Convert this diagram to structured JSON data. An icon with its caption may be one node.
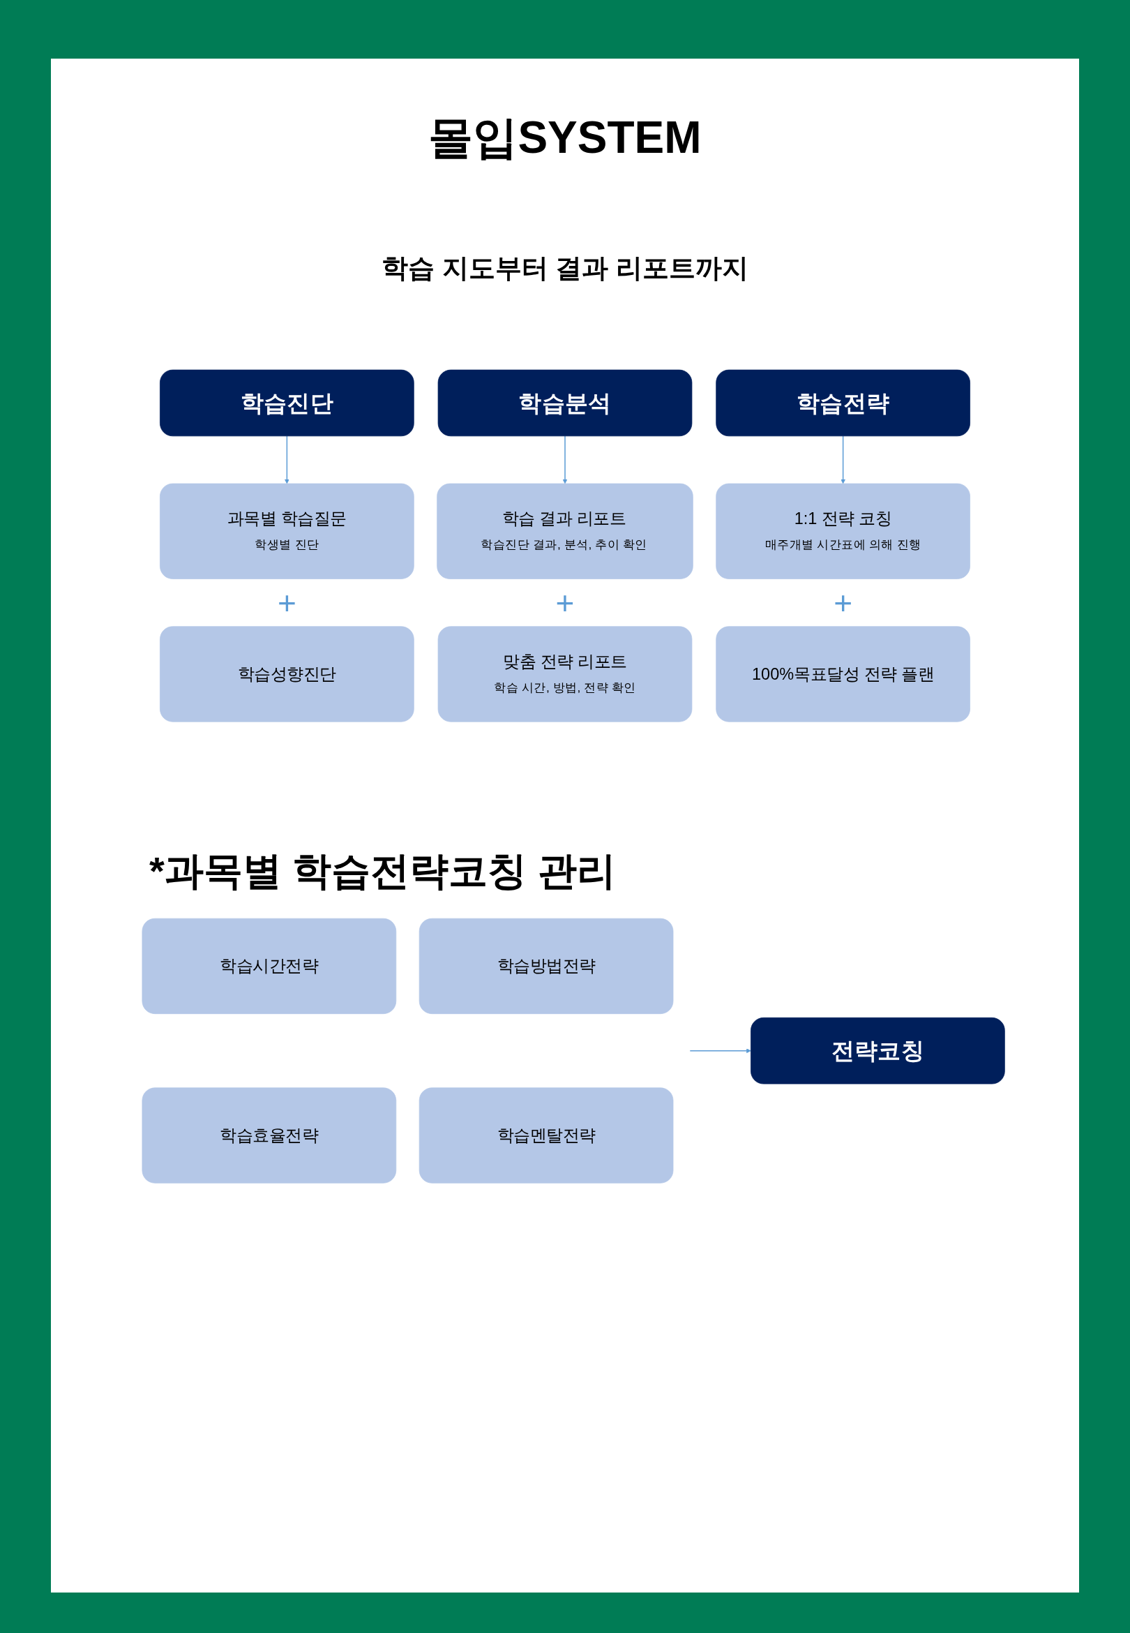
{
  "diagram": {
    "title": "몰입SYSTEM",
    "nodes": [
      {
        "text": [
          "학습진단"
        ]
      },
      {
        "text": [
          "과목별 학습질문",
          "학생별 진단"
        ]
      },
      {
        "text": [
          "학습성향진단"
        ]
      },
      {
        "text": [
          "학습분석"
        ]
      },
      {
        "text": [
          "학습 결과 리포트",
          "학습진단 결과, 분석, 추이 확인"
        ]
      },
      {
        "text": [
          "맞춤 전략 리포트",
          "학습 시간, 방법, 전략 확인"
        ]
      },
      {
        "text": [
          "학습전략"
        ]
      },
      {
        "text": [
          "1:1 전략 코칭",
          "매주개별 시간표에 의해 진행"
        ]
      },
      {
        "text": [
          "100%목표달성 전략 플랜"
        ]
      },
      {
        "text": [
          "학습시간전략"
        ]
      },
      {
        "text": [
          "학습방법전략"
        ]
      },
      {
        "text": [
          "학습효율전략"
        ]
      },
      {
        "text": [
          "학습멘탈전략"
        ]
      },
      {
        "text": [
          "전략코칭"
        ]
      }
    ],
    "edges": [
      {
        "from": 0,
        "to": 1,
        "arrow": "to"
      },
      {
        "from": 3,
        "to": 4,
        "arrow": "to"
      },
      {
        "from": 6,
        "to": 7,
        "arrow": "to"
      },
      {
        "from": null,
        "to": 13,
        "arrow": "to"
      }
    ],
    "labels": [
      "학습 지도부터 결과 리포트까지",
      "+",
      "+",
      "+",
      "*과목별 학습전략코칭 관리"
    ]
  }
}
